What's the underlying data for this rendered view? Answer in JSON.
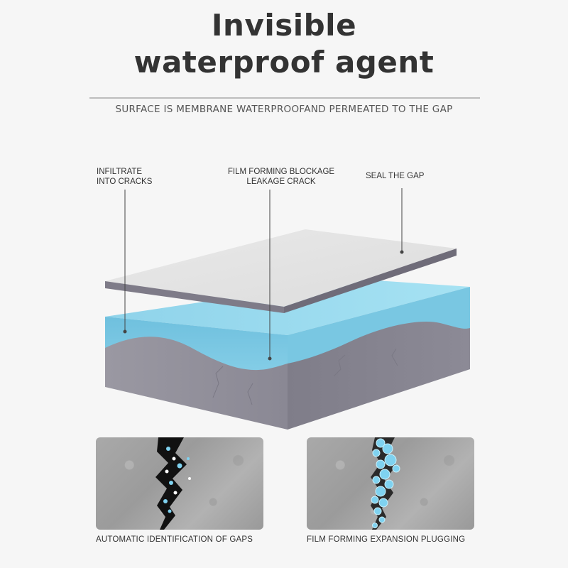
{
  "header": {
    "title_line1": "Invisible",
    "title_line2": "waterproof agent",
    "subtitle": "SURFACE IS MEMBRANE WATERPROOFAND PERMEATED TO THE GAP"
  },
  "diagram": {
    "labels": {
      "infiltrate_line1": "INFILTRATE",
      "infiltrate_line2": "INTO CRACKS",
      "film_line1": "FILM FORMING BLOCKAGE",
      "film_line2": "LEAKAGE CRACK",
      "seal": "SEAL THE GAP"
    },
    "colors": {
      "film_layer": "#e6e6e6",
      "water_layer": "#86cfe6",
      "concrete_layer": "#8e8c98"
    }
  },
  "panels": {
    "left_caption": "AUTOMATIC IDENTIFICATION OF GAPS",
    "right_caption": "FILM FORMING EXPANSION PLUGGING"
  }
}
